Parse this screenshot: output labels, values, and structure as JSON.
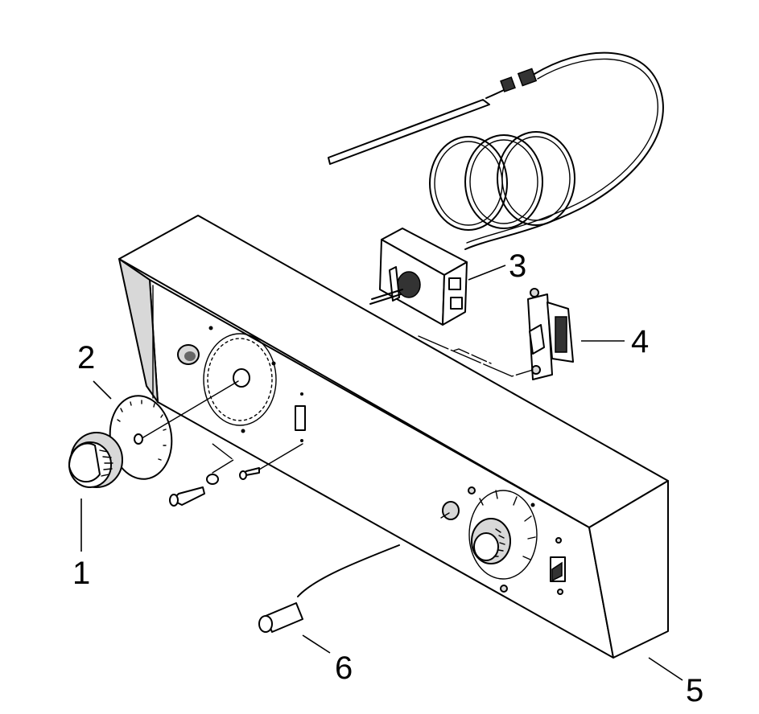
{
  "callouts": [
    {
      "id": "1",
      "label": "1"
    },
    {
      "id": "2",
      "label": "2"
    },
    {
      "id": "3",
      "label": "3"
    },
    {
      "id": "4",
      "label": "4"
    },
    {
      "id": "5",
      "label": "5"
    },
    {
      "id": "6",
      "label": "6"
    }
  ],
  "colors": {
    "line": "#000000",
    "background": "#ffffff",
    "shade": "#d8d8d8"
  }
}
